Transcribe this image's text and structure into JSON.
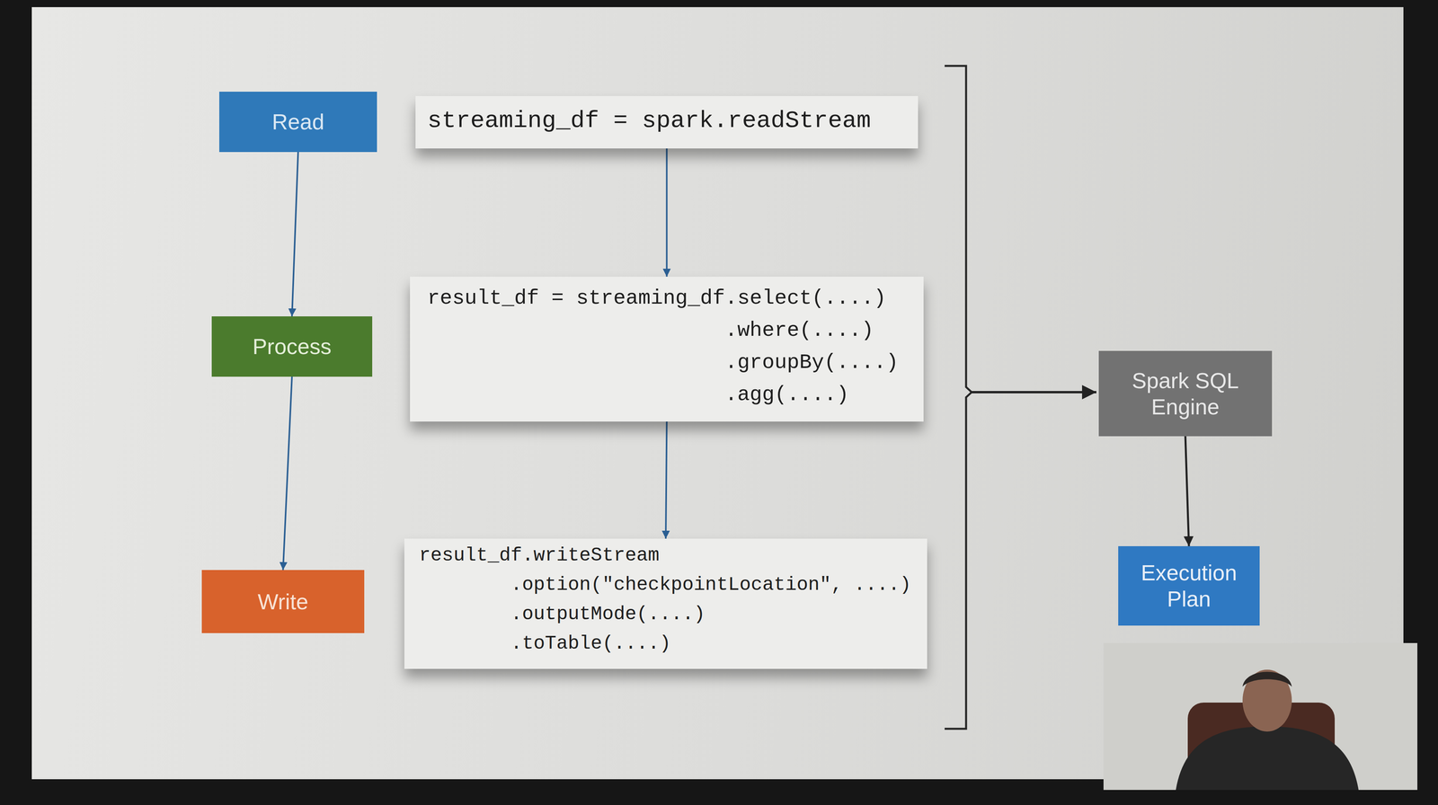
{
  "diagram": {
    "nodes": [
      {
        "text": [
          "Read"
        ]
      },
      {
        "text": [
          "streaming_df = spark.readStream"
        ]
      },
      {
        "text": [
          "Process"
        ]
      },
      {
        "text": [
          "result_df = streaming_df.select(....)",
          ".where(....)",
          ".groupBy(....)",
          ".agg(....)"
        ]
      },
      {
        "text": [
          "Spark SQL Engine"
        ]
      },
      {
        "text": [
          "Write"
        ]
      },
      {
        "text": [
          "result_df.writeStream",
          ".option(\"checkpointLocation\", ....)",
          ".outputMode(....)",
          ".toTable(....)"
        ]
      },
      {
        "text": [
          "Execution Plan"
        ]
      }
    ],
    "edges": [
      {
        "from": 0,
        "to": 2,
        "arrow": "to"
      },
      {
        "from": 2,
        "to": 5,
        "arrow": "to"
      },
      {
        "from": 1,
        "to": 3,
        "arrow": "to"
      },
      {
        "from": 3,
        "to": 6,
        "arrow": "to"
      },
      {
        "from": 4,
        "to": 7,
        "arrow": "to"
      }
    ]
  }
}
